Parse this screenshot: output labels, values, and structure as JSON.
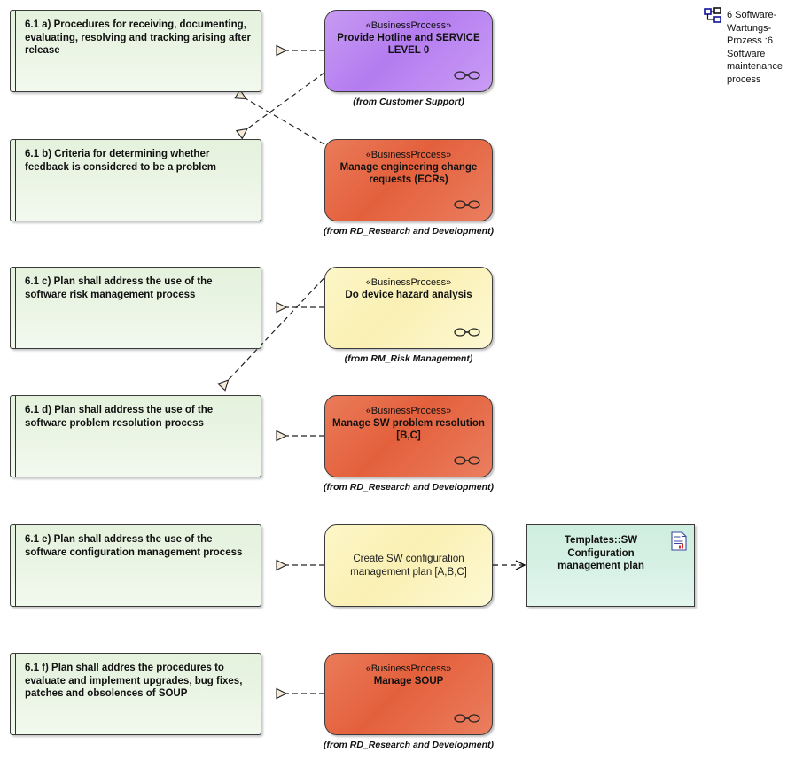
{
  "diagram": {
    "title": "6 Software-Wartungs-Prozess :6 Software maintenance process",
    "icon": "class-diagram-icon",
    "background": "#ffffff"
  },
  "colors": {
    "requirement_fill": "#e7f3e1",
    "process_purple": "#b47cf0",
    "process_orange": "#e4603c",
    "process_yellow": "#faf0b4",
    "document_teal": "#d5f0e4",
    "border": "#3b3b3b",
    "connector": "#222222",
    "arrowhead_fill": "#f5ead7"
  },
  "requirements": [
    {
      "id": "req-a",
      "text": "6.1 a) Procedures for receiving, documenting, evaluating, resolving and tracking arising after release"
    },
    {
      "id": "req-b",
      "text": "6.1 b) Criteria for determining whether feedback is considered to be a problem"
    },
    {
      "id": "req-c",
      "text": "6.1 c) Plan shall address the use of the software risk management process"
    },
    {
      "id": "req-d",
      "text": "6.1 d) Plan shall address the use of the software problem resolution process"
    },
    {
      "id": "req-e",
      "text": "6.1 e) Plan shall address the use of the software configuration management process"
    },
    {
      "id": "req-f",
      "text": "6.1 f) Plan shall addres the procedures to evaluate and implement upgrades, bug fixes, patches and obsolences of SOUP"
    }
  ],
  "processes": [
    {
      "id": "proc-hotline",
      "stereotype": "«BusinessProcess»",
      "name": "Provide Hotline and SERVICE LEVEL 0",
      "caption": "(from Customer Support)",
      "color": "purple",
      "has_icon": true
    },
    {
      "id": "proc-ecr",
      "stereotype": "«BusinessProcess»",
      "name": "Manage engineering change requests (ECRs)",
      "caption": "(from RD_Research and Development)",
      "color": "orange",
      "has_icon": true
    },
    {
      "id": "proc-hazard",
      "stereotype": "«BusinessProcess»",
      "name": "Do device hazard analysis",
      "caption": "(from RM_Risk Management)",
      "color": "yellow",
      "has_icon": true
    },
    {
      "id": "proc-swproblem",
      "stereotype": "«BusinessProcess»",
      "name": "Manage SW problem resolution [B,C]",
      "caption": "(from RD_Research and Development)",
      "color": "orange",
      "has_icon": true
    },
    {
      "id": "proc-createcm",
      "stereotype": "",
      "name": "Create SW configuration management plan [A,B,C]",
      "caption": "",
      "color": "yellow",
      "has_icon": false
    },
    {
      "id": "proc-soup",
      "stereotype": "«BusinessProcess»",
      "name": "Manage SOUP",
      "caption": "(from RD_Research and Development)",
      "color": "orange",
      "has_icon": true
    }
  ],
  "documents": [
    {
      "id": "doc-scmp",
      "name": "Templates::SW Configuration management plan",
      "icon": "document-icon"
    }
  ],
  "connectors": [
    {
      "id": "c1",
      "from": "proc-hotline",
      "to": "req-a",
      "style": "realization",
      "arrow": "hollow-triangle"
    },
    {
      "id": "c2",
      "from": "proc-hotline",
      "to": "req-b",
      "style": "realization",
      "arrow": "hollow-triangle"
    },
    {
      "id": "c3",
      "from": "proc-ecr",
      "to": "req-a",
      "style": "realization",
      "arrow": "hollow-triangle"
    },
    {
      "id": "c4",
      "from": "proc-hazard",
      "to": "req-c",
      "style": "realization",
      "arrow": "hollow-triangle"
    },
    {
      "id": "c5",
      "from": "proc-hazard",
      "to": "req-d",
      "style": "realization",
      "arrow": "hollow-triangle"
    },
    {
      "id": "c6",
      "from": "proc-swproblem",
      "to": "req-d",
      "style": "realization",
      "arrow": "hollow-triangle"
    },
    {
      "id": "c7",
      "from": "proc-createcm",
      "to": "req-e",
      "style": "realization",
      "arrow": "hollow-triangle"
    },
    {
      "id": "c8",
      "from": "proc-createcm",
      "to": "doc-scmp",
      "style": "dependency",
      "arrow": "open-arrow"
    },
    {
      "id": "c9",
      "from": "proc-soup",
      "to": "req-f",
      "style": "realization",
      "arrow": "hollow-triangle"
    }
  ]
}
